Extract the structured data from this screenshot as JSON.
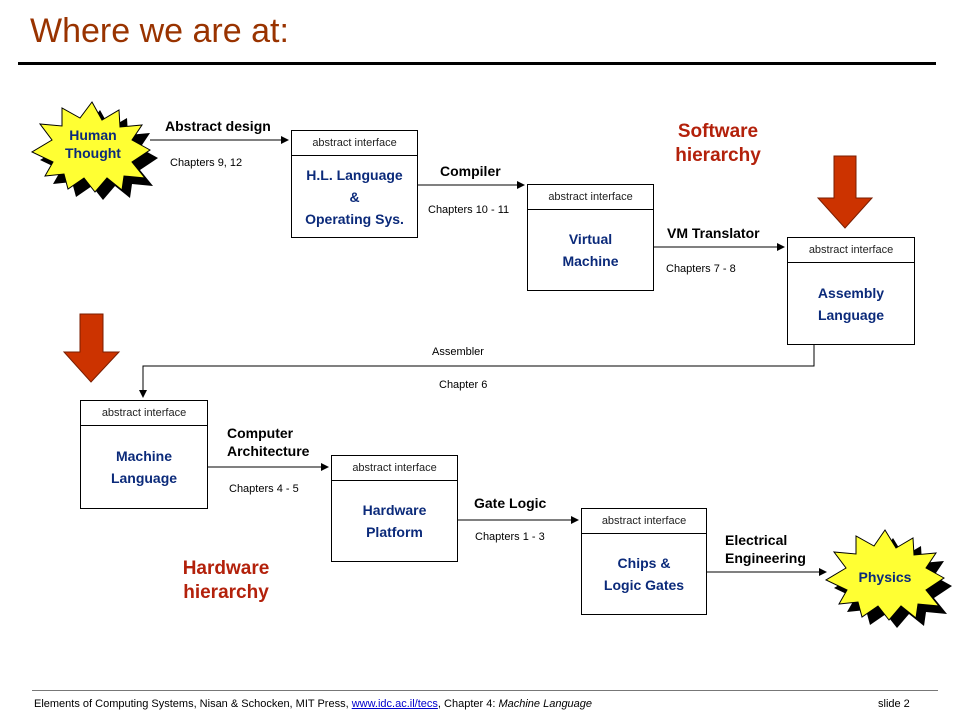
{
  "slide": {
    "title": "Where we are at:",
    "layer_header": "abstract interface",
    "layers": {
      "hl": [
        "H.L. Language",
        "&",
        "Operating Sys."
      ],
      "vm": [
        "Virtual",
        "Machine"
      ],
      "asm": [
        "Assembly",
        "Language"
      ],
      "ml": [
        "Machine",
        "Language"
      ],
      "hw": [
        "Hardware",
        "Platform"
      ],
      "chips": [
        "Chips &",
        "Logic Gates"
      ]
    },
    "bursts": {
      "human": [
        "Human",
        "Thought"
      ],
      "physics": [
        "Physics"
      ]
    },
    "transitions": {
      "abstract_design": "Abstract design",
      "abstract_design_ch": "Chapters 9, 12",
      "compiler": "Compiler",
      "compiler_ch": "Chapters 10 - 11",
      "vm_translator": "VM Translator",
      "vm_translator_ch": "Chapters 7 - 8",
      "assembler": "Assembler",
      "assembler_ch": "Chapter 6",
      "comp_arch": [
        "Computer",
        "Architecture"
      ],
      "comp_arch_ch": "Chapters  4 - 5",
      "gate_logic": "Gate Logic",
      "gate_logic_ch": "Chapters  1 - 3",
      "elec_eng": [
        "Electrical",
        "Engineering"
      ]
    },
    "hierarchies": {
      "software": [
        "Software",
        "hierarchy"
      ],
      "hardware": [
        "Hardware",
        "hierarchy"
      ]
    },
    "colors": {
      "title": "#993300",
      "layer_text": "#0b2a7a",
      "hierarchy_text": "#b3210b",
      "burst_fill": "#ffff33",
      "arrow_fill": "#cc3300"
    }
  },
  "footer": {
    "citation": "Elements of Computing Systems, Nisan & Schocken, MIT Press,",
    "link": "www.idc.ac.il/tecs",
    "chapter_prefix": ", Chapter 4:",
    "chapter_name": "Machine Language",
    "slide_number": "slide 2"
  }
}
